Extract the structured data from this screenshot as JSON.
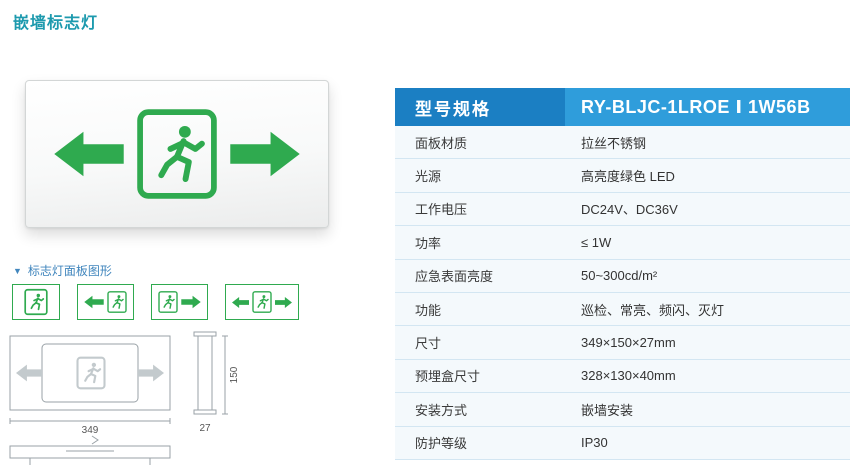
{
  "page": {
    "title": "嵌墙标志灯"
  },
  "panel_section": {
    "marker": "▼",
    "label": "标志灯面板图形"
  },
  "panel_icons": [
    {
      "name": "man-door-icon"
    },
    {
      "name": "arrow-left-man-door-icon"
    },
    {
      "name": "man-door-arrow-right-icon"
    },
    {
      "name": "arrow-left-man-door-arrow-right-icon"
    }
  ],
  "drawings": {
    "front_width": "349",
    "side_height": "150",
    "side_depth": "27"
  },
  "spec_table": {
    "header": {
      "label": "型号规格",
      "value": "RY-BLJC-1LROE Ⅰ 1W56B"
    },
    "rows": [
      {
        "label": "面板材质",
        "value": "拉丝不锈钢"
      },
      {
        "label": "光源",
        "value": "高亮度绿色 LED"
      },
      {
        "label": "工作电压",
        "value": "DC24V、DC36V"
      },
      {
        "label": "功率",
        "value": "≤ 1W"
      },
      {
        "label": "应急表面亮度",
        "value": "50~300cd/m²"
      },
      {
        "label": "功能",
        "value": "巡检、常亮、频闪、灭灯"
      },
      {
        "label": "尺寸",
        "value": "349×150×27mm"
      },
      {
        "label": "预埋盒尺寸",
        "value": "328×130×40mm"
      },
      {
        "label": "安装方式",
        "value": "嵌墙安装"
      },
      {
        "label": "防护等级",
        "value": "IP30"
      }
    ]
  },
  "colors": {
    "accent_teal": "#1d9aae",
    "section_blue": "#4186bd",
    "header_blue": "#1b7fc3",
    "header_blue_light": "#2f9ddb",
    "sign_green": "#2faa4f"
  }
}
